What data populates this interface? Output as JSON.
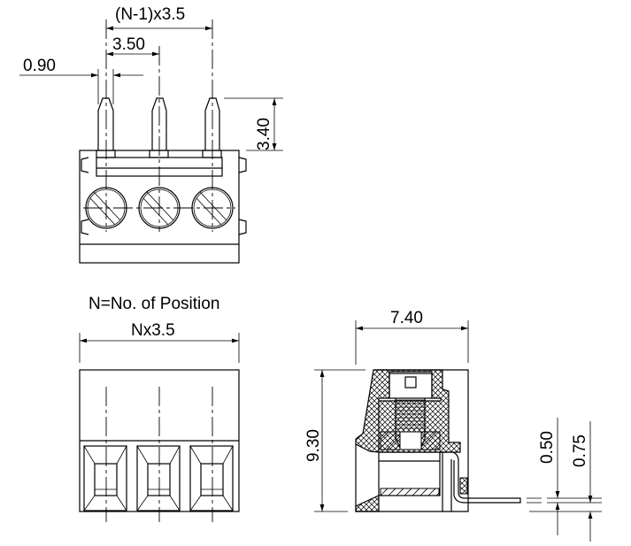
{
  "drawing": {
    "top_view": {
      "dim_pitch_total": "(N-1)x3.5",
      "dim_pitch": "3.50",
      "dim_pin_width": "0.90",
      "dim_pin_length": "3.40"
    },
    "front_view": {
      "note": "N=No. of Position",
      "dim_width": "Nx3.5"
    },
    "side_view": {
      "dim_depth": "7.40",
      "dim_height": "9.30",
      "dim_pin_thickness": "0.50",
      "dim_pin_offset": "0.75"
    },
    "line_color": "#000000",
    "background_color": "#ffffff"
  }
}
